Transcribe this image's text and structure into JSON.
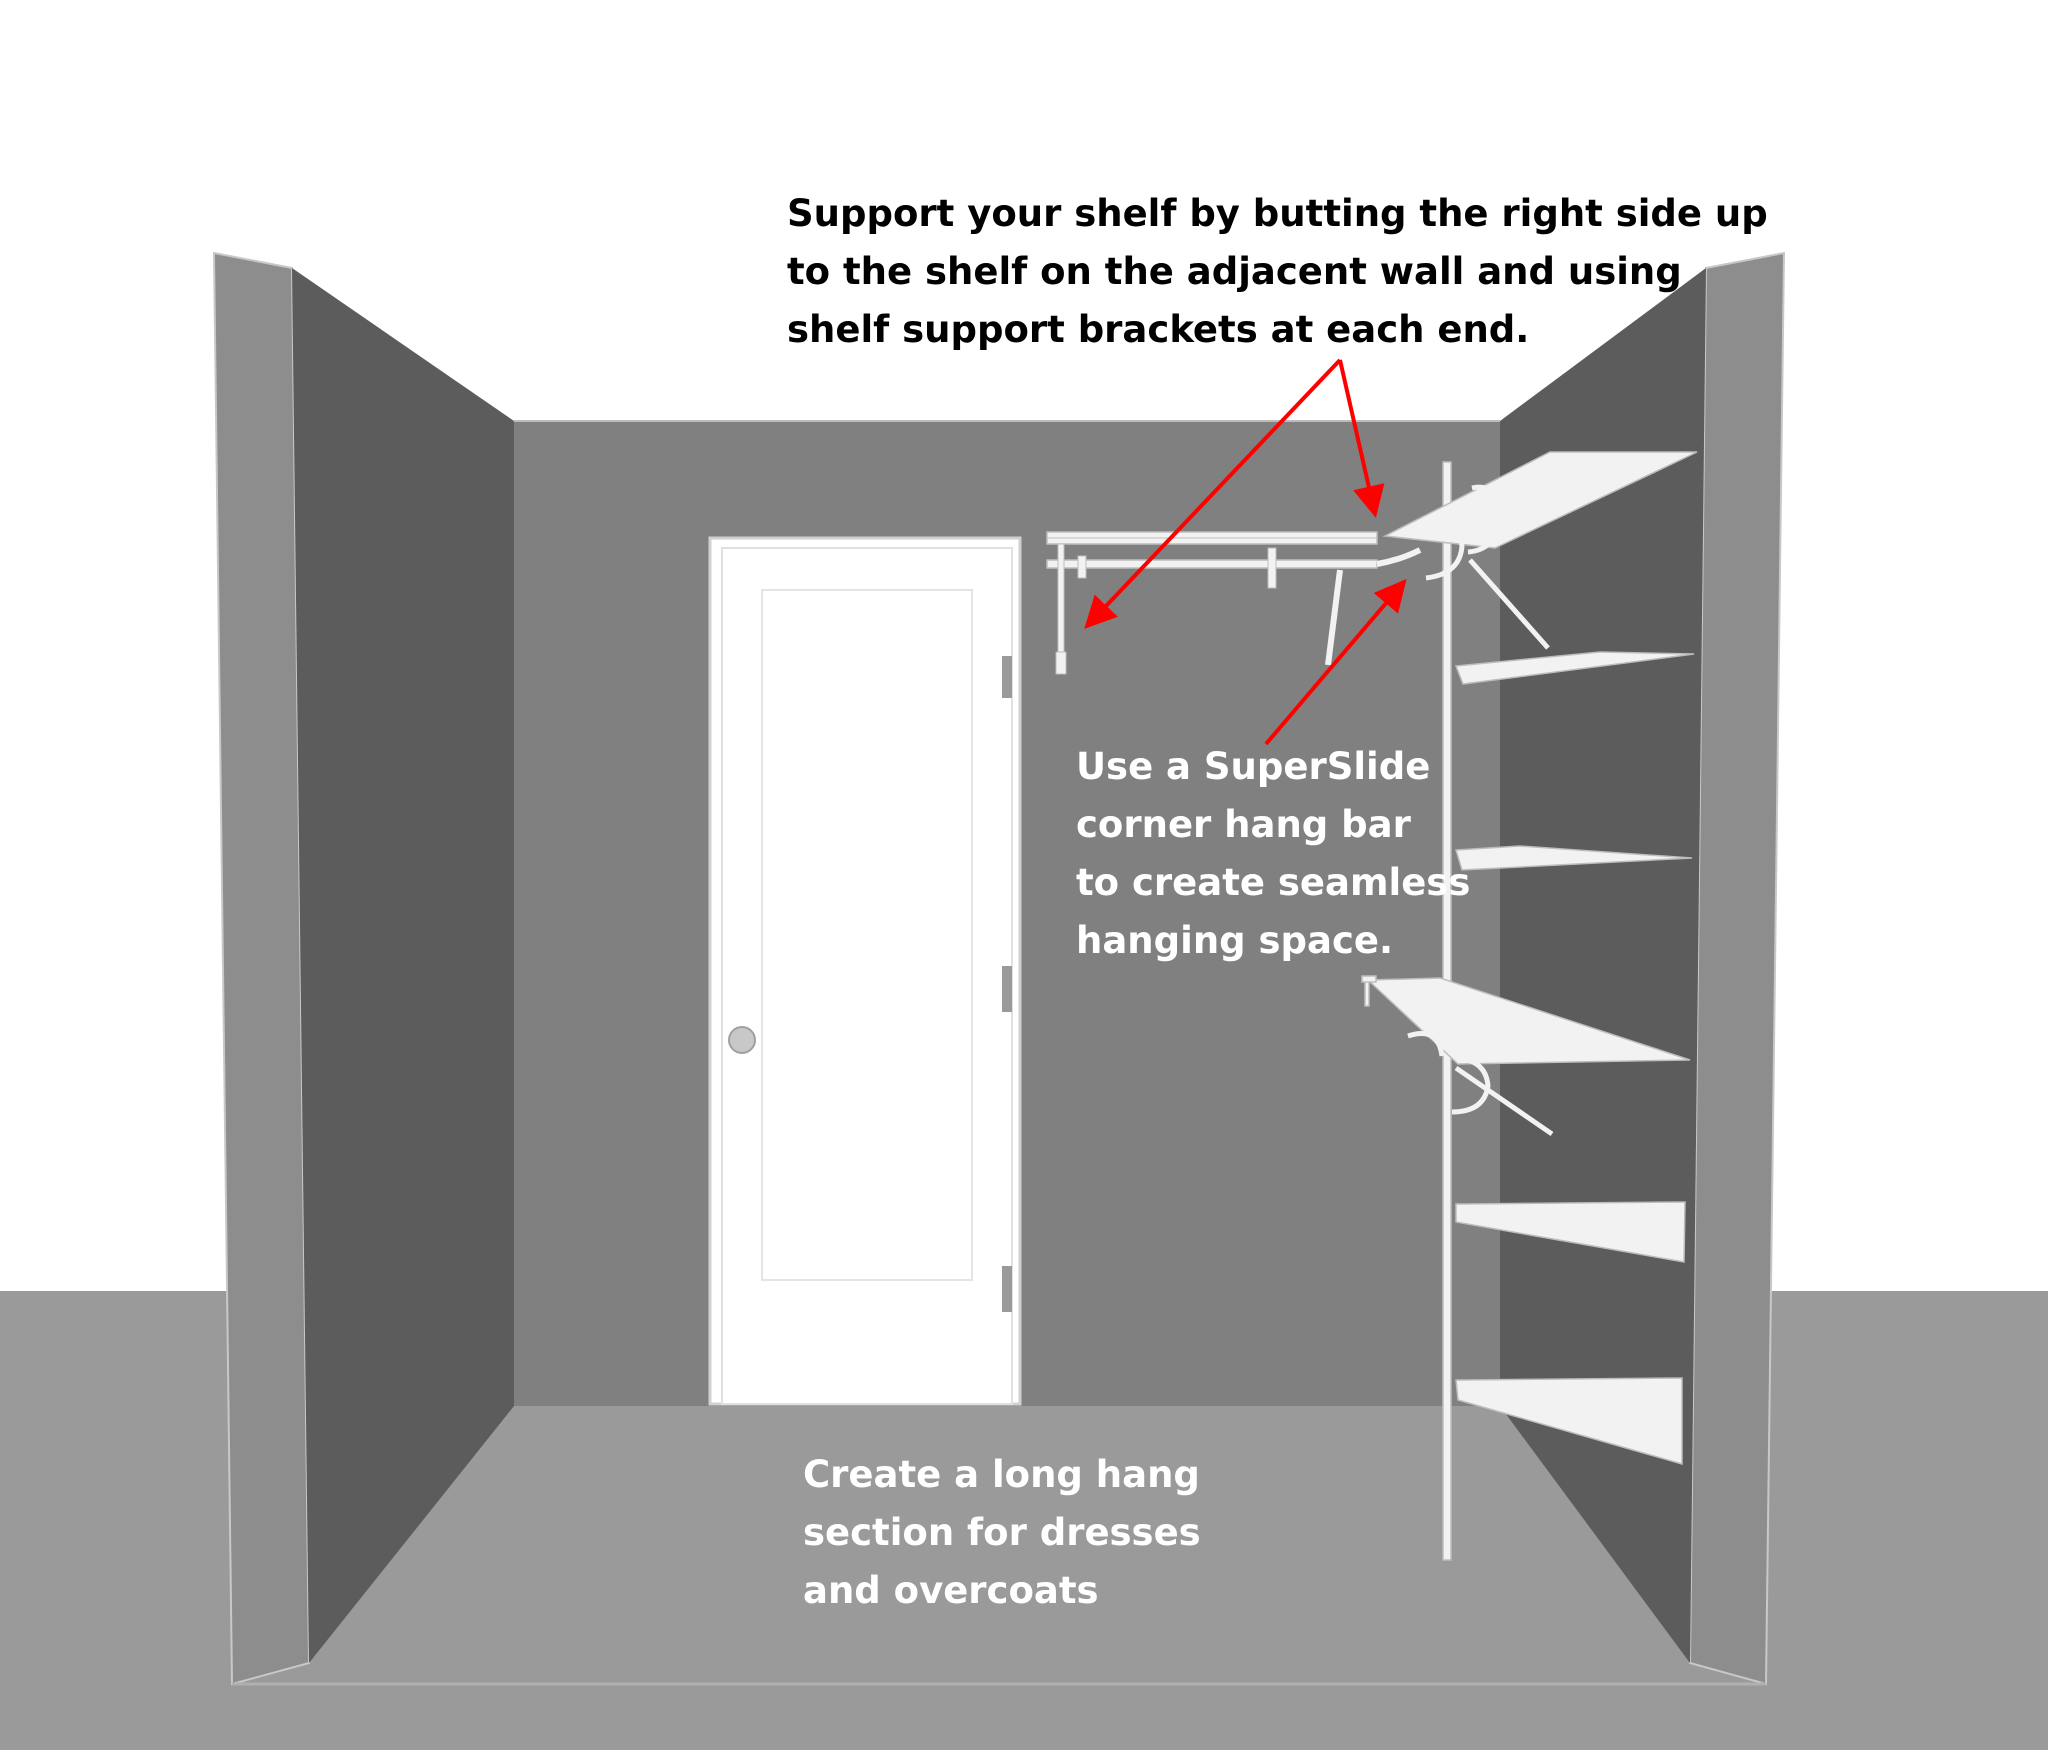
{
  "annotations": {
    "support_shelf": "Support your shelf by butting the right side up\nto the shelf on the adjacent wall and using\nshelf support brackets at each end.",
    "superslide": "Use a SuperSlide\ncorner hang bar\nto create seamless\nhanging space.",
    "long_hang": "Create a long hang\nsection for dresses\nand overcoats"
  },
  "colors": {
    "background": "#ffffff",
    "floor": "#9a9a9a",
    "back_wall": "#808080",
    "side_walls": "#5c5c5c",
    "wall_edge": "#8d8d8d",
    "door": "#ffffff",
    "fixtures": "#f2f2f2",
    "arrows": "#ff0000",
    "dark_text": "#000000",
    "light_text": "#ffffff"
  }
}
